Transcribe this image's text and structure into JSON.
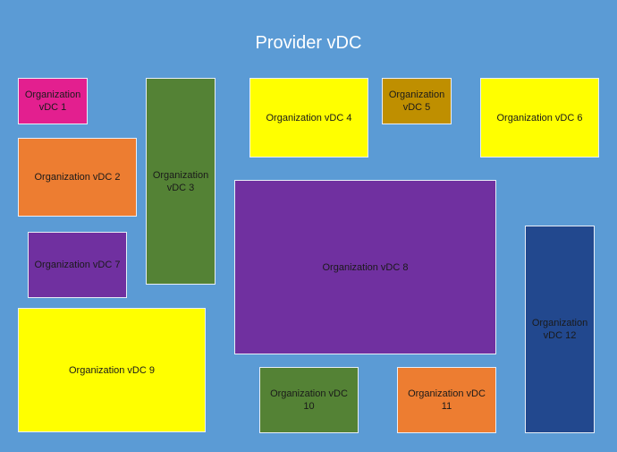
{
  "diagram": {
    "title": "Provider vDC",
    "colors": {
      "background": "#5b9bd5",
      "magenta": "#e31f8f",
      "orange": "#ed7d31",
      "green": "#548235",
      "yellow": "#ffff00",
      "olive_gold": "#bf8f00",
      "purple": "#7030a0",
      "navy": "#22488e"
    },
    "boxes": [
      {
        "id": 1,
        "label": "Organization vDC 1",
        "color": "#e31f8f"
      },
      {
        "id": 2,
        "label": "Organization vDC 2",
        "color": "#ed7d31"
      },
      {
        "id": 3,
        "label": "Organization vDC 3",
        "color": "#548235"
      },
      {
        "id": 4,
        "label": "Organization vDC 4",
        "color": "#ffff00"
      },
      {
        "id": 5,
        "label": "Organization vDC 5",
        "color": "#bf8f00"
      },
      {
        "id": 6,
        "label": "Organization vDC 6",
        "color": "#ffff00"
      },
      {
        "id": 7,
        "label": "Organization vDC 7",
        "color": "#7030a0"
      },
      {
        "id": 8,
        "label": "Organization vDC 8",
        "color": "#7030a0"
      },
      {
        "id": 9,
        "label": "Organization vDC 9",
        "color": "#ffff00"
      },
      {
        "id": 10,
        "label": "Organization vDC 10",
        "color": "#548235"
      },
      {
        "id": 11,
        "label": "Organization vDC 11",
        "color": "#ed7d31"
      },
      {
        "id": 12,
        "label": "Organization vDC 12",
        "color": "#22488e"
      }
    ]
  }
}
